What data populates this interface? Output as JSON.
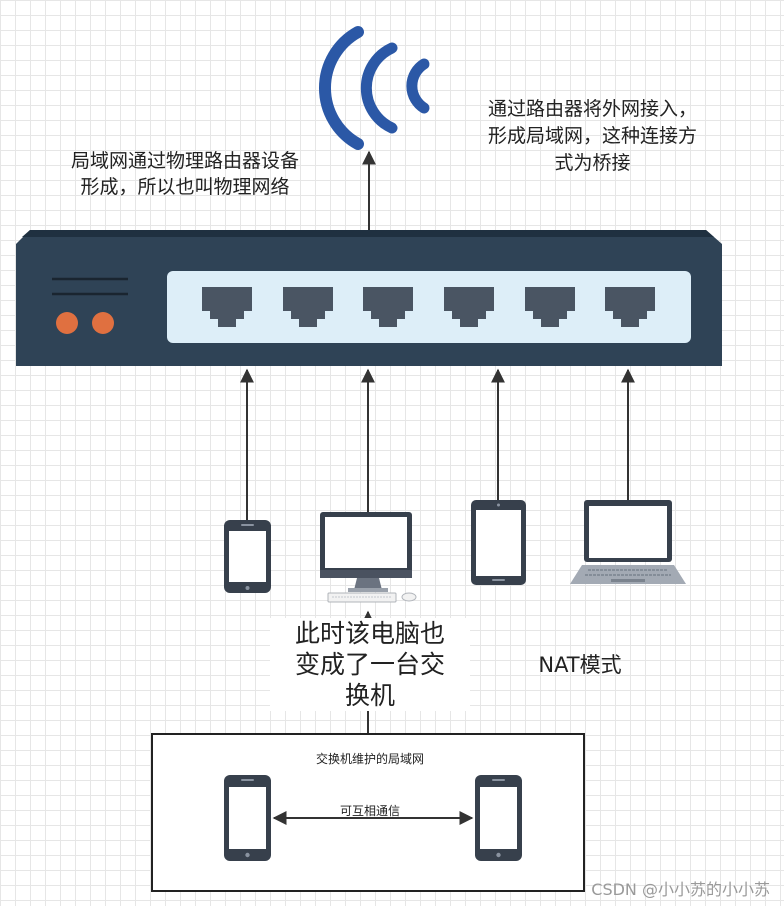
{
  "annotations": {
    "left_note_lines": [
      "局域网通过物理路由器设备",
      "形成，所以也叫物理网络"
    ],
    "right_note_lines": [
      "通过路由器将外网接入，",
      "形成局域网，这种连接方",
      "式为桥接"
    ],
    "switch_note_lines": [
      "此时该电脑也",
      "变成了一台交",
      "换机"
    ],
    "nat_label": "NAT模式"
  },
  "lan_box": {
    "title": "交换机维护的局域网",
    "link_label": "可互相通信"
  },
  "watermark": "CSDN @小小苏的小小苏",
  "colors": {
    "router_body": "#2f4356",
    "router_top": "#203344",
    "port_panel": "#ddeef8",
    "port": "#4a5563",
    "led": "#e07040",
    "wifi": "#2b58a6",
    "device_dark": "#37404c",
    "arrow": "#333333"
  },
  "icons": [
    "wifi-signal-icon",
    "router-icon",
    "smartphone-icon",
    "desktop-computer-icon",
    "keyboard-icon",
    "tablet-icon",
    "laptop-icon"
  ]
}
